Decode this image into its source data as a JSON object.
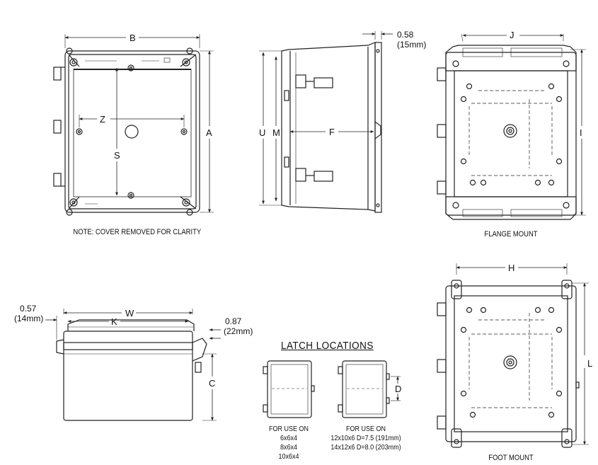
{
  "dimensions": {
    "B": "B",
    "A": "A",
    "Z": "Z",
    "S": "S",
    "U": "U",
    "M": "M",
    "F": "F",
    "flange_offset": "0.58",
    "flange_offset_mm": "(15mm)",
    "J": "J",
    "I": "I",
    "W": "W",
    "K": "K",
    "C": "C",
    "left_offset": "0.57",
    "left_offset_mm": "(14mm)",
    "right_offset": "0.87",
    "right_offset_mm": "(22mm)",
    "H": "H",
    "L": "L",
    "D": "D"
  },
  "captions": {
    "cover_note": "NOTE: COVER REMOVED FOR CLARITY",
    "flange_mount": "FLANGE MOUNT",
    "foot_mount": "FOOT MOUNT"
  },
  "latch": {
    "title": "LATCH LOCATIONS",
    "left_heading": "FOR USE ON",
    "left_sizes": [
      "6x6x4",
      "8x6x4",
      "10x6x4"
    ],
    "right_heading": "FOR USE ON",
    "right_sizes": [
      "12x10x6 D=7.5 (191mm)",
      "14x12x6 D=8.0 (203mm)"
    ]
  },
  "colors": {
    "line": "#222222",
    "body": "#ffffff"
  }
}
